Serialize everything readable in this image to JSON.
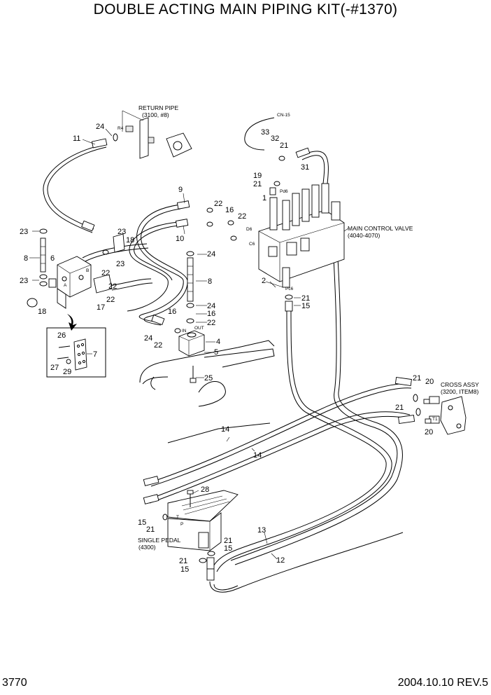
{
  "title": "DOUBLE ACTING MAIN PIPING KIT(-#1370)",
  "footer": {
    "page": "3770",
    "date_rev": "2004.10.10  REV.5"
  },
  "labels": {
    "return_pipe": "RETURN PIPE",
    "return_pipe_ref": "(3100, #8)",
    "main_control_valve": "MAIN CONTROL VALVE",
    "main_control_valve_ref": "(4040-4070)",
    "cross_assy": "CROSS ASSY",
    "cross_assy_ref": "(3200, ITEM8)",
    "single_pedal": "SINGLE PEDAL",
    "single_pedal_ref": "(4300)",
    "cn15": "CN-15",
    "pd6": "Pd6",
    "pc6": "Pc6",
    "d6": "D6",
    "c6": "C6",
    "r4": "R4",
    "in": "IN",
    "out": "OUT",
    "port_a": "A",
    "port_b": "B",
    "port_t": "T",
    "port_p": "P",
    "port_t1": "T1"
  },
  "callouts": [
    {
      "n": "24"
    },
    {
      "n": "11"
    },
    {
      "n": "23"
    },
    {
      "n": "18"
    },
    {
      "n": "23"
    },
    {
      "n": "8"
    },
    {
      "n": "6"
    },
    {
      "n": "23"
    },
    {
      "n": "18"
    },
    {
      "n": "23"
    },
    {
      "n": "22"
    },
    {
      "n": "22"
    },
    {
      "n": "17"
    },
    {
      "n": "22"
    },
    {
      "n": "9"
    },
    {
      "n": "22"
    },
    {
      "n": "16"
    },
    {
      "n": "22"
    },
    {
      "n": "10"
    },
    {
      "n": "24"
    },
    {
      "n": "8"
    },
    {
      "n": "24"
    },
    {
      "n": "16"
    },
    {
      "n": "22"
    },
    {
      "n": "16"
    },
    {
      "n": "24"
    },
    {
      "n": "22"
    },
    {
      "n": "4"
    },
    {
      "n": "5"
    },
    {
      "n": "25"
    },
    {
      "n": "26"
    },
    {
      "n": "7"
    },
    {
      "n": "27"
    },
    {
      "n": "29"
    },
    {
      "n": "33"
    },
    {
      "n": "32"
    },
    {
      "n": "21"
    },
    {
      "n": "31"
    },
    {
      "n": "19"
    },
    {
      "n": "21"
    },
    {
      "n": "1"
    },
    {
      "n": "2"
    },
    {
      "n": "21"
    },
    {
      "n": "15"
    },
    {
      "n": "21"
    },
    {
      "n": "20"
    },
    {
      "n": "21"
    },
    {
      "n": "20"
    },
    {
      "n": "14"
    },
    {
      "n": "14"
    },
    {
      "n": "28"
    },
    {
      "n": "15"
    },
    {
      "n": "21"
    },
    {
      "n": "21"
    },
    {
      "n": "15"
    },
    {
      "n": "13"
    },
    {
      "n": "12"
    },
    {
      "n": "21"
    },
    {
      "n": "15"
    }
  ]
}
